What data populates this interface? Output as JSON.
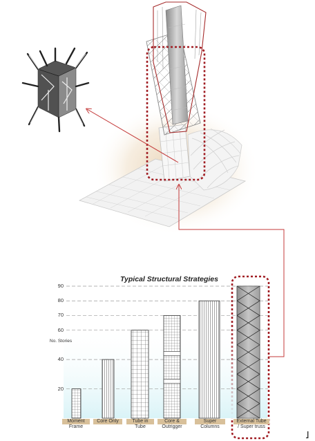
{
  "chart_data": {
    "type": "bar",
    "title": "Typical Structural Strategies",
    "ylabel": "No. Stories",
    "y_ticks": [
      "90",
      "80",
      "70",
      "60",
      "40",
      "20"
    ],
    "ylim": [
      0,
      90
    ],
    "grid": true,
    "categories": [
      {
        "line1": "Moment",
        "line2": "Frame"
      },
      {
        "line1": "Core Only",
        "line2": ""
      },
      {
        "line1": "Tube in",
        "line2": "Tube"
      },
      {
        "line1": "Core &",
        "line2": "Outrigger"
      },
      {
        "line1": "Super",
        "line2": "Columns"
      },
      {
        "line1": "External Tube",
        "line2": "/ Super truss"
      }
    ],
    "values": [
      20,
      40,
      60,
      70,
      80,
      90
    ],
    "highlighted_category": "External Tube / Super truss"
  },
  "colors": {
    "highlight_dash": "#a01c22",
    "arrow": "#c43a3a",
    "label_band": "#d8c09a",
    "glow": "#e9d2b4"
  }
}
